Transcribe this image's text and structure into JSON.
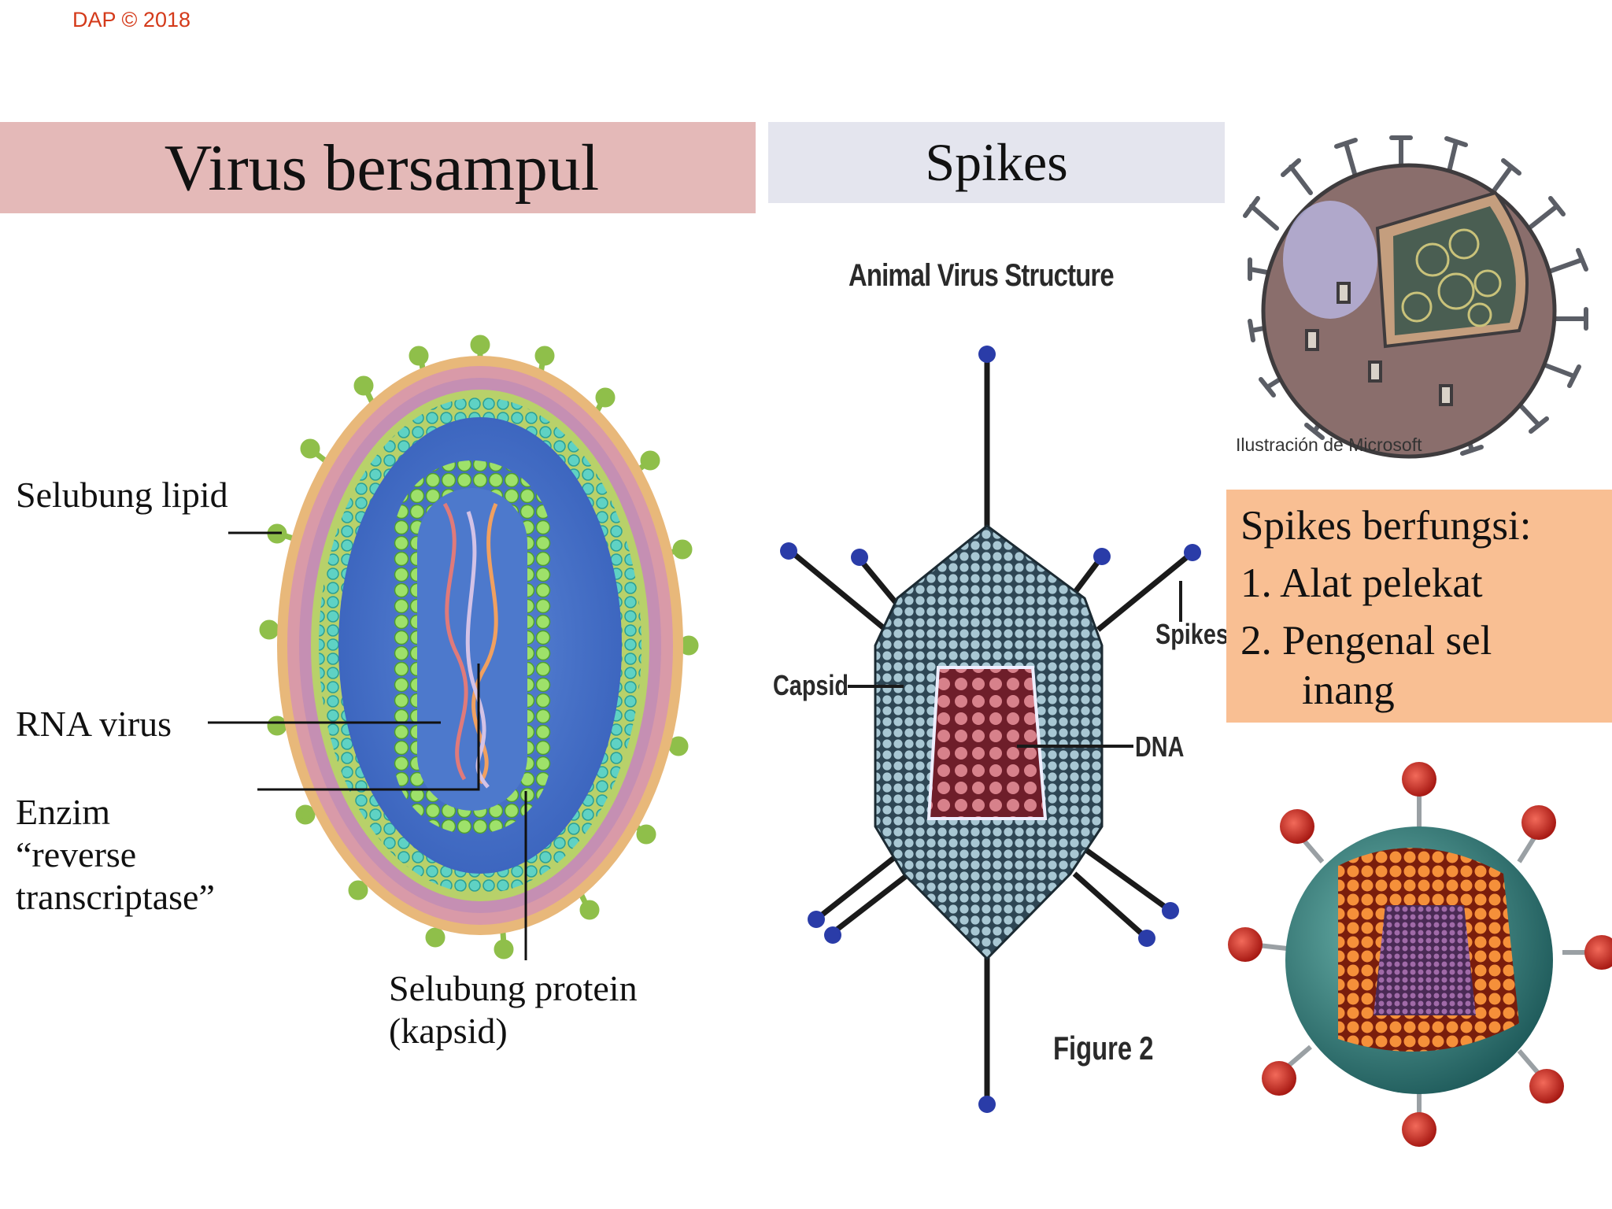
{
  "copyright": "DAP © 2018",
  "title": "Virus bersampul",
  "spikes_heading": "Spikes",
  "left_diagram": {
    "labels": {
      "lipid": "Selubung lipid",
      "rna": "RNA virus",
      "enzyme_line1": "Enzim",
      "enzyme_line2": "“reverse",
      "enzyme_line3": "transcriptase”",
      "protein_line1": "Selubung protein",
      "protein_line2": "(kapsid)"
    }
  },
  "center_diagram": {
    "title": "Animal Virus Structure",
    "caption": "Figure 2",
    "labels": {
      "capsid": "Capsid",
      "spikes": "Spikes",
      "dna": "DNA"
    }
  },
  "top_right_image": {
    "credit": "Ilustración de Microsoft"
  },
  "info_box": {
    "heading": "Spikes berfungsi:",
    "item1": "1. Alat pelekat",
    "item2_line1": "2. Pengenal sel",
    "item2_line2": "inang"
  },
  "colors": {
    "title_band": "#e4b9b8",
    "spikes_band": "#e4e5ee",
    "info_box": "#f9bf93",
    "copyright": "#d43a1a"
  }
}
